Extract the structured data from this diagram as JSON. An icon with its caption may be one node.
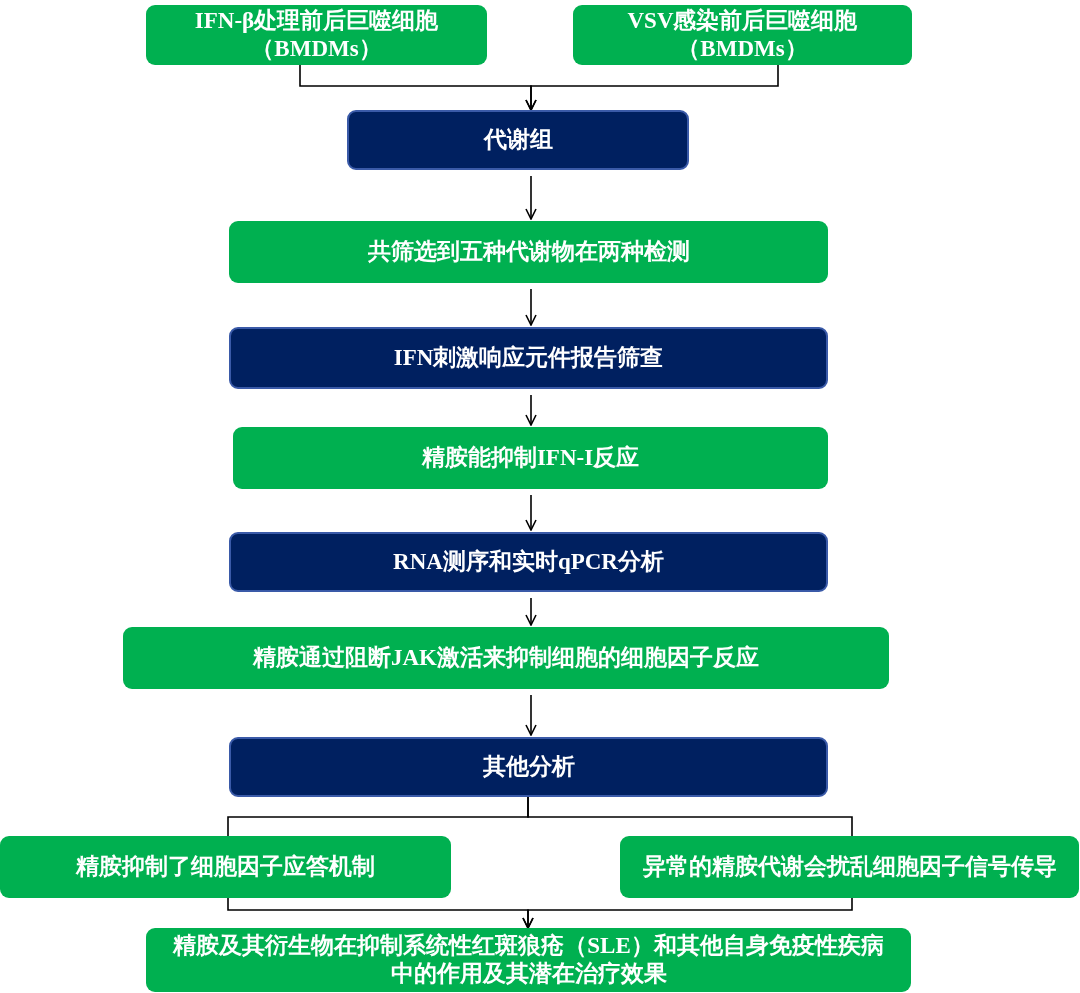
{
  "diagram": {
    "nodes": [
      {
        "text": [
          "IFN-β处理前后巨噬细胞（BMDMs）"
        ]
      },
      {
        "text": [
          "VSV感染前后巨噬细胞（BMDMs）"
        ]
      },
      {
        "text": [
          "代谢组"
        ]
      },
      {
        "text": [
          "共筛选到五种代谢物在两种检测"
        ]
      },
      {
        "text": [
          "IFN刺激响应元件报告筛查"
        ]
      },
      {
        "text": [
          "精胺能抑制IFN-I反应"
        ]
      },
      {
        "text": [
          "RNA测序和实时qPCR分析"
        ]
      },
      {
        "text": [
          "精胺通过阻断JAK激活来抑制细胞的细胞因子反应"
        ]
      },
      {
        "text": [
          "其他分析"
        ]
      },
      {
        "text": [
          "精胺抑制了细胞因子应答机制"
        ]
      },
      {
        "text": [
          "异常的精胺代谢会扰乱细胞因子信号传导"
        ]
      },
      {
        "text": [
          "精胺及其衍生物在抑制系统性红斑狼疮（SLE）和其他自身免疫性疾病中的作用及其潜在治疗效果"
        ]
      }
    ],
    "edges": [
      {
        "from": 0,
        "to": 2,
        "arrow": "to"
      },
      {
        "from": 1,
        "to": 2,
        "arrow": "to"
      },
      {
        "from": 2,
        "to": 3,
        "arrow": "to"
      },
      {
        "from": 3,
        "to": 4,
        "arrow": "to"
      },
      {
        "from": 4,
        "to": 5,
        "arrow": "to"
      },
      {
        "from": 5,
        "to": 6,
        "arrow": "to"
      },
      {
        "from": 6,
        "to": 7,
        "arrow": "to"
      },
      {
        "from": 7,
        "to": 8,
        "arrow": "to"
      },
      {
        "from": 8,
        "to": 9,
        "arrow": "none"
      },
      {
        "from": 8,
        "to": 10,
        "arrow": "none"
      },
      {
        "from": 9,
        "to": 11,
        "arrow": "to"
      },
      {
        "from": 10,
        "to": 11,
        "arrow": "to"
      }
    ]
  }
}
